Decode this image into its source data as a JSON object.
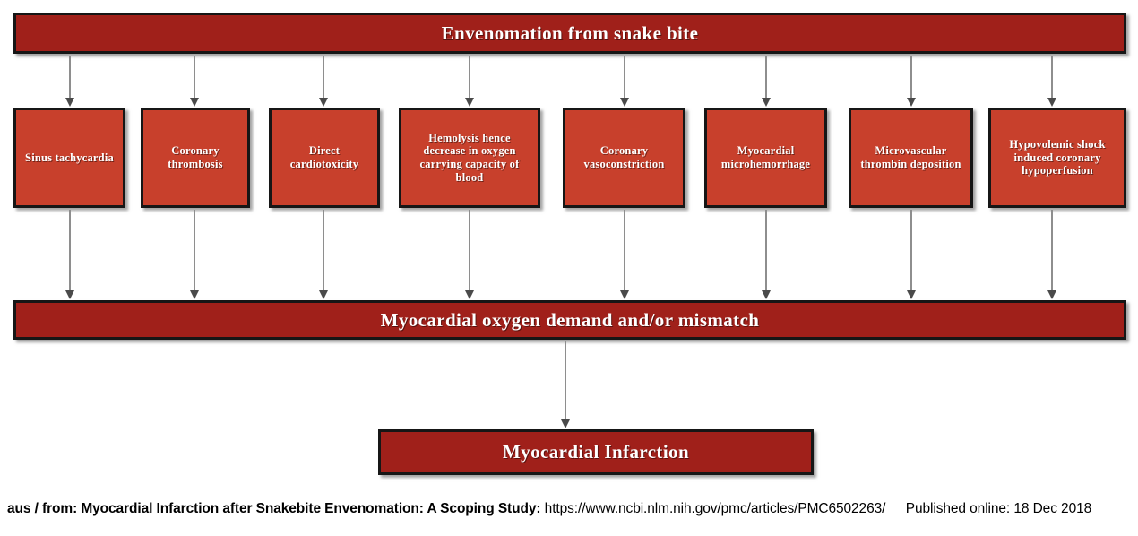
{
  "diagram": {
    "title": "Envenomation from snake bite",
    "colors": {
      "bar_red": "#a0201a",
      "node_red": "#c8402c",
      "border": "#161616",
      "arrow": "#8e8e8e",
      "text": "#ffffff"
    },
    "top_node": {
      "label": "Envenomation from snake bite"
    },
    "mechanism_nodes": [
      {
        "label": "Sinus tachycardia"
      },
      {
        "label": "Coronary thrombosis"
      },
      {
        "label": "Direct cardiotoxicity"
      },
      {
        "label": "Hemolysis hence decrease in oxygen carrying capacity of blood"
      },
      {
        "label": "Coronary vasoconstriction"
      },
      {
        "label": "Myocardial microhemorrhage"
      },
      {
        "label": "Microvascular thrombin deposition"
      },
      {
        "label": "Hypovolemic shock induced coronary hypoperfusion"
      }
    ],
    "middle_node": {
      "label": "Myocardial oxygen demand and/or mismatch"
    },
    "bottom_node": {
      "label": "Myocardial Infarction"
    }
  },
  "caption": {
    "source_prefix": "aus / from: Myocardial Infarction after Snakebite Envenomation: A Scoping Study:",
    "url": "https://www.ncbi.nlm.nih.gov/pmc/articles/PMC6502263/",
    "published": "Published online: 18 Dec 2018"
  }
}
